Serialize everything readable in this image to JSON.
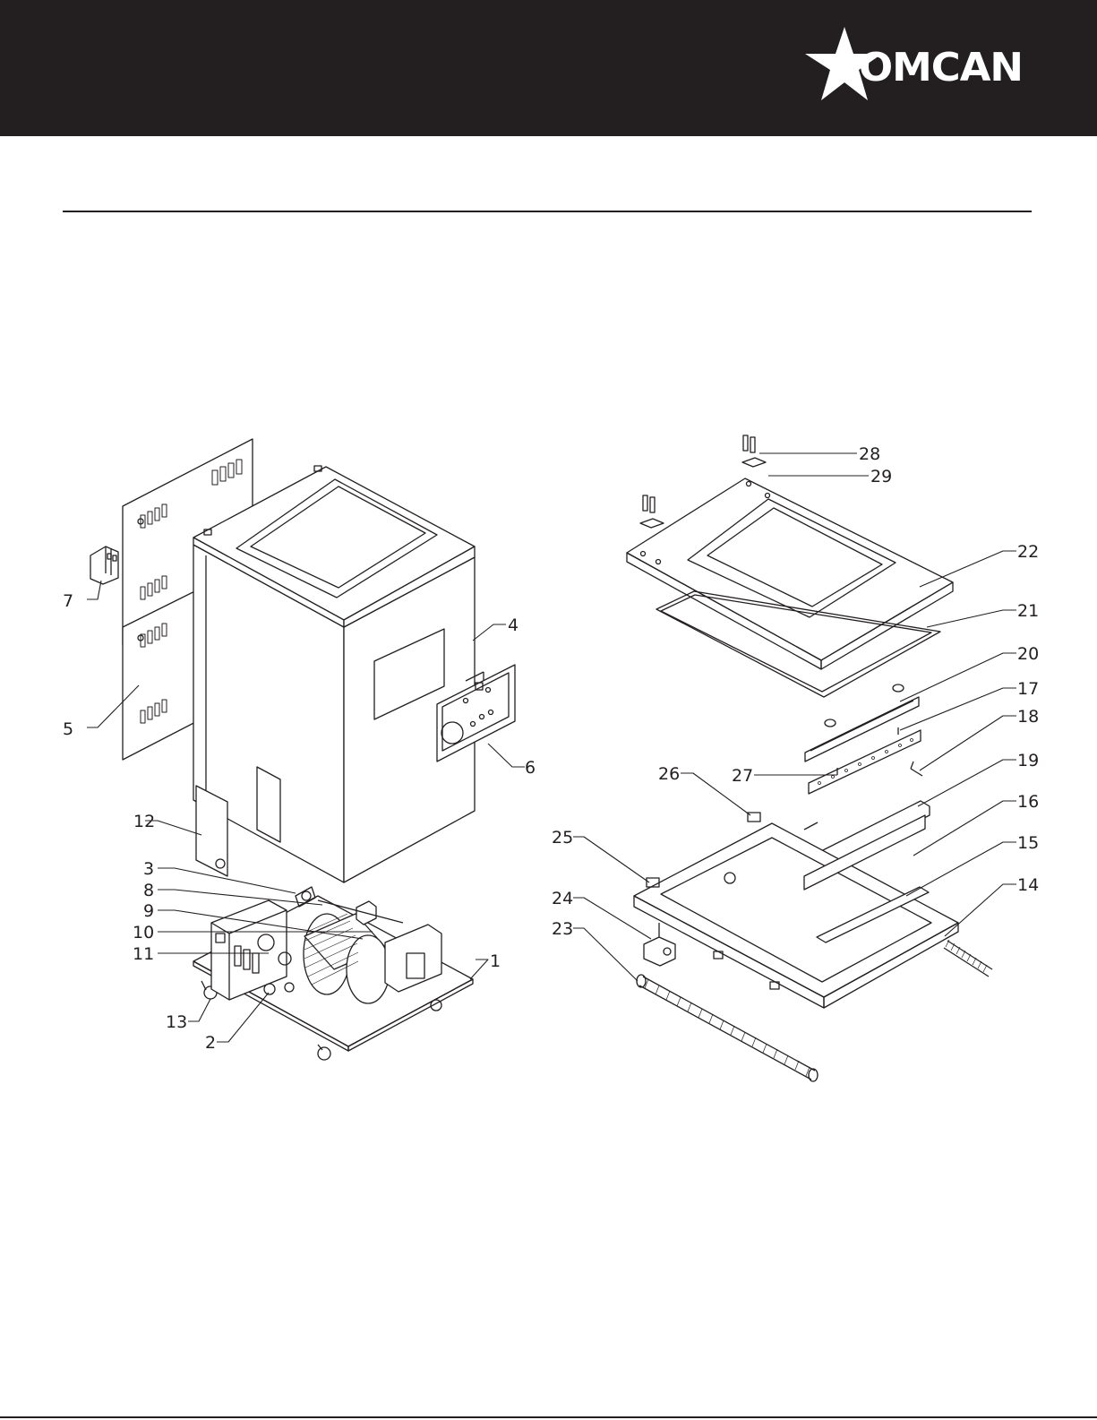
{
  "brand": {
    "name": "OMCAN"
  },
  "callouts": {
    "c1": "1",
    "c2": "2",
    "c3": "3",
    "c4": "4",
    "c5": "5",
    "c6": "6",
    "c7": "7",
    "c8": "8",
    "c9": "9",
    "c10": "10",
    "c11": "11",
    "c12": "12",
    "c13": "13",
    "c14": "14",
    "c15": "15",
    "c16": "16",
    "c17": "17",
    "c18": "18",
    "c19": "19",
    "c20": "20",
    "c21": "21",
    "c22": "22",
    "c23": "23",
    "c24": "24",
    "c25": "25",
    "c26": "26",
    "c27": "27",
    "c28": "28",
    "c29": "29"
  },
  "colors": {
    "header": "#231f20",
    "line": "#231f20",
    "background": "#ffffff"
  }
}
